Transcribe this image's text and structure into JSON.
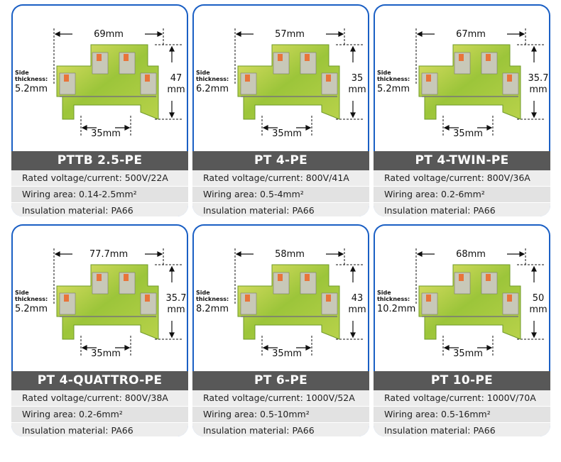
{
  "common": {
    "side_label_1": "Side",
    "side_label_2": "thickness:",
    "rail_width": "35mm"
  },
  "products": [
    {
      "name": "PTTB 2.5-PE",
      "width": "69mm",
      "height_value": "47",
      "height_unit": "mm",
      "side_thickness": "5.2mm",
      "specs": [
        "Rated voltage/current: 500V/22A",
        "Wiring area: 0.14-2.5mm²",
        "Insulation material: PA66"
      ]
    },
    {
      "name": "PT 4-PE",
      "width": "57mm",
      "height_value": "35",
      "height_unit": "mm",
      "side_thickness": "6.2mm",
      "specs": [
        "Rated voltage/current: 800V/41A",
        "Wiring area: 0.5-4mm²",
        "Insulation material: PA66"
      ]
    },
    {
      "name": "PT 4-TWIN-PE",
      "width": "67mm",
      "height_value": "35.7",
      "height_unit": "mm",
      "side_thickness": "5.2mm",
      "specs": [
        "Rated voltage/current: 800V/36A",
        "Wiring area: 0.2-6mm²",
        "Insulation material: PA66"
      ]
    },
    {
      "name": "PT 4-QUATTRO-PE",
      "width": "77.7mm",
      "height_value": "35.7",
      "height_unit": "mm",
      "side_thickness": "5.2mm",
      "specs": [
        "Rated voltage/current: 800V/38A",
        "Wiring area: 0.2-6mm²",
        "Insulation material: PA66"
      ]
    },
    {
      "name": "PT 6-PE",
      "width": "58mm",
      "height_value": "43",
      "height_unit": "mm",
      "side_thickness": "8.2mm",
      "specs": [
        "Rated voltage/current: 1000V/52A",
        "Wiring area: 0.5-10mm²",
        "Insulation material: PA66"
      ]
    },
    {
      "name": "PT 10-PE",
      "width": "68mm",
      "height_value": "50",
      "height_unit": "mm",
      "side_thickness": "10.2mm",
      "specs": [
        "Rated voltage/current: 1000V/70A",
        "Wiring area: 0.5-16mm²",
        "Insulation material: PA66"
      ]
    }
  ],
  "colors": {
    "border": "#1a5fc4",
    "title_bar": "#585858",
    "body_green": "#9cc53a",
    "body_yellow": "#e3e26a",
    "latch": "#e8743a"
  }
}
